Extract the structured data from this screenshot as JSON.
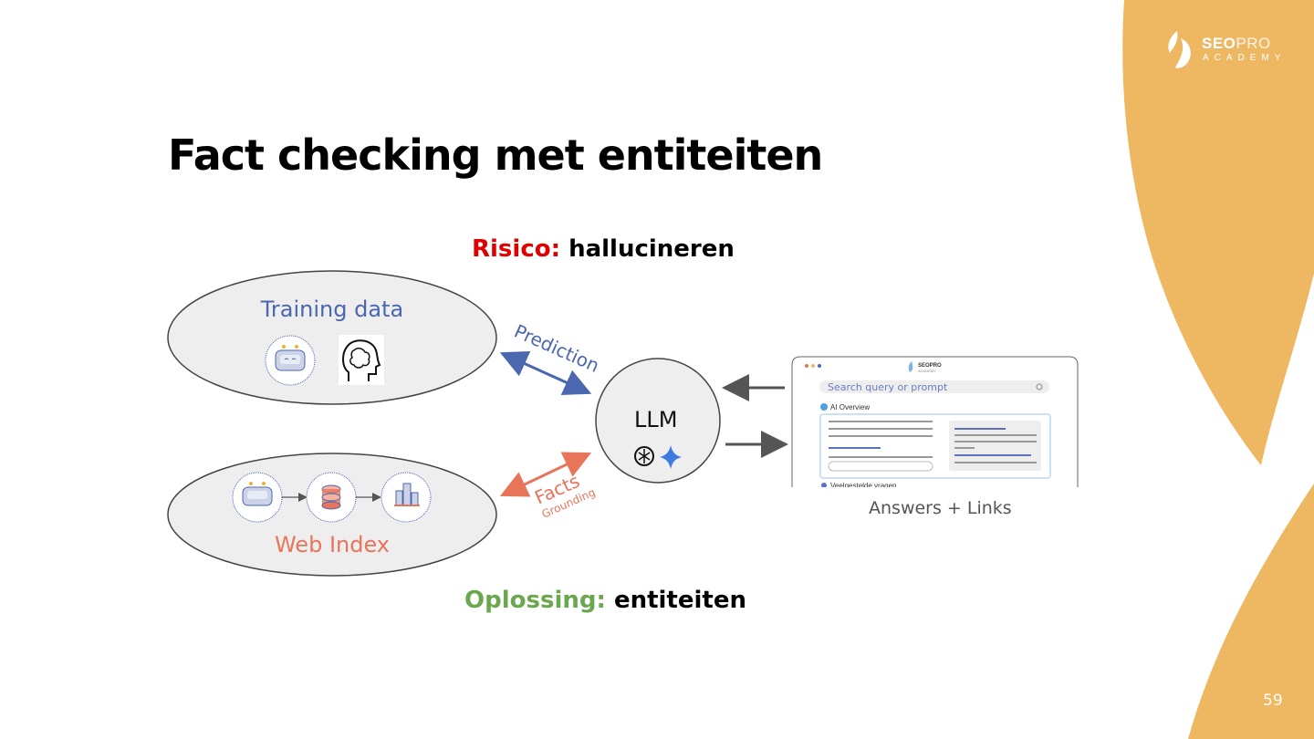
{
  "logo": {
    "brand_bold": "SEO",
    "brand_light": "PRO",
    "subtitle": "ACADEMY"
  },
  "title": "Fact checking met entiteiten",
  "risk": {
    "label": "Risico:",
    "text": "hallucineren"
  },
  "solution": {
    "label": "Oplossing:",
    "text": "entiteiten"
  },
  "training": {
    "title": "Training data"
  },
  "web_index": {
    "title": "Web Index"
  },
  "arrows": {
    "prediction": "Prediction",
    "facts": "Facts",
    "grounding": "Grounding"
  },
  "llm": {
    "label": "LLM"
  },
  "screenshot": {
    "search_placeholder": "Search query or prompt",
    "ai_overview": "AI Overview",
    "faq": "Veelgestelde vragen",
    "logo_bold": "SEOPRO",
    "logo_sub": "ACADEMY"
  },
  "answers_label": "Answers + Links",
  "page_number": "59",
  "colors": {
    "accent_orange": "#eeb862",
    "training_blue": "#4a67b0",
    "web_index_coral": "#e8745a",
    "risk_red": "#e00000",
    "solution_green": "#6aa84f"
  },
  "icons": [
    "robot-icon",
    "brain-head-icon",
    "database-icon",
    "buildings-icon",
    "openai-icon",
    "gemini-sparkle-icon"
  ]
}
